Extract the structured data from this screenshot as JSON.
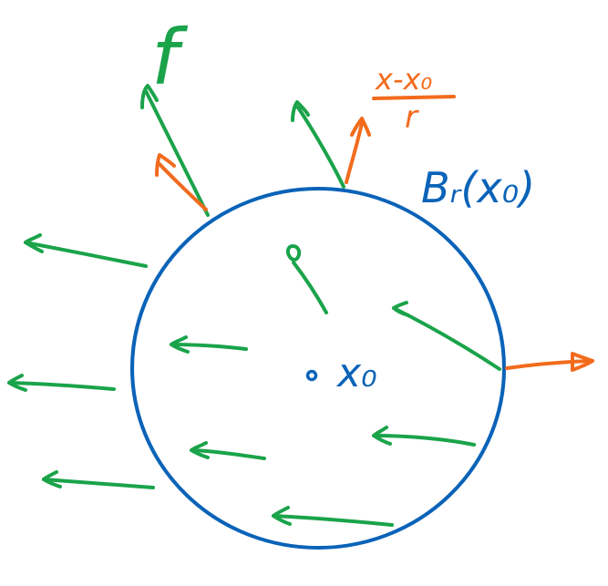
{
  "colors": {
    "green": "#1aa34a",
    "orange": "#f26b1d",
    "blue": "#0a63b8",
    "background": "#ffffff"
  },
  "labels": {
    "field": "f",
    "normal_numerator": "x-x₀",
    "normal_denominator": "r",
    "ball": "Bᵣ(x₀)",
    "center": "x₀"
  },
  "legend": {
    "field_vectors": "green",
    "outward_normal": "orange",
    "ball_boundary": "blue"
  }
}
